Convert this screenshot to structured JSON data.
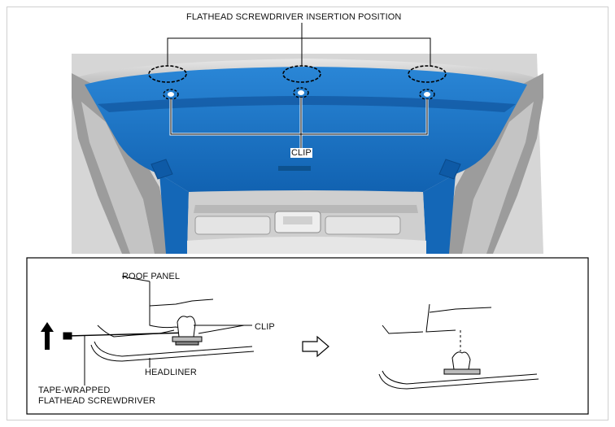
{
  "top_view": {
    "callout_insertion": "FLATHEAD SCREWDRIVER INSERTION POSITION",
    "callout_clip": "CLIP"
  },
  "detail_view": {
    "roof_panel": "ROOF PANEL",
    "clip": "CLIP",
    "headliner": "HEADLINER",
    "tool_line1": "TAPE-WRAPPED",
    "tool_line2": "FLATHEAD SCREWDRIVER"
  },
  "colors": {
    "headliner_highlight": "#1a73c4",
    "frame_border": "#cfcfcf"
  },
  "icons": [
    "up-arrow-icon",
    "right-arrow-icon"
  ]
}
